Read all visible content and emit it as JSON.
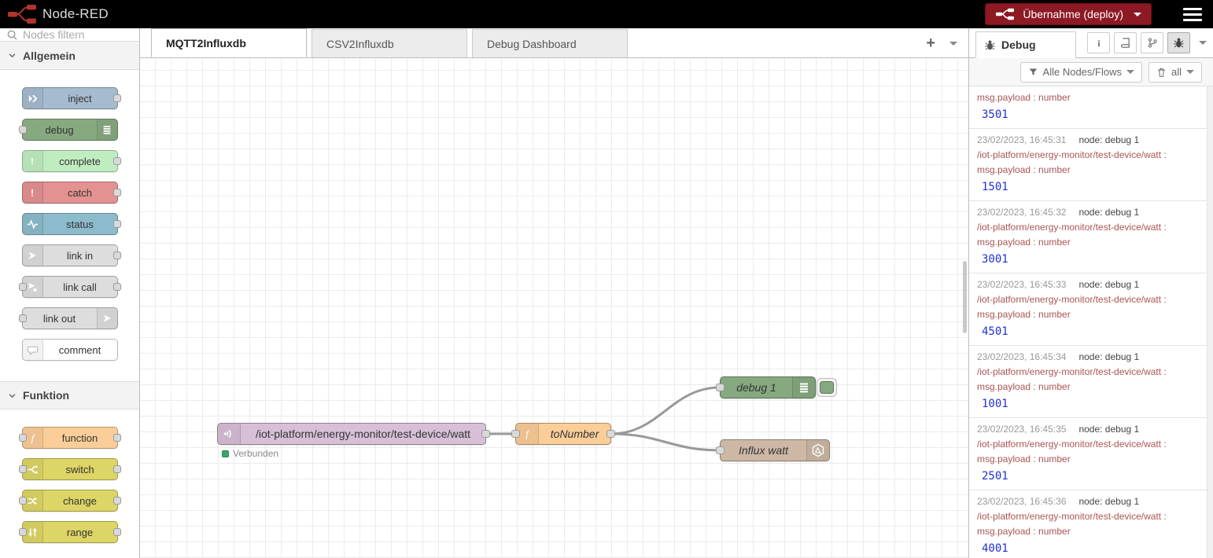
{
  "header": {
    "app_title": "Node-RED",
    "deploy_label": "Übernahme (deploy)",
    "deploy_bg_color": "#8C1923",
    "logo_color": "#ae342f",
    "icons": [
      "node-red-logo-icon",
      "deploy-icon",
      "deploy-caret-icon",
      "hamburger-menu-icon"
    ]
  },
  "palette": {
    "search_placeholder": "Nodes filtern",
    "search_icon": "search-icon",
    "categories": [
      {
        "label": "Allgemein",
        "nodes": [
          {
            "label": "inject",
            "color": "#a6bbcf",
            "icon": "inject-icon",
            "icon_side": "left",
            "port_left": false,
            "port_right": true
          },
          {
            "label": "debug",
            "color": "#87a980",
            "icon": "debug-icon",
            "icon_side": "right",
            "port_left": true,
            "port_right": false
          },
          {
            "label": "complete",
            "color": "#c0edc0",
            "icon": "complete-icon",
            "icon_side": "left",
            "port_left": false,
            "port_right": true
          },
          {
            "label": "catch",
            "color": "#e49191",
            "icon": "catch-icon",
            "icon_side": "left",
            "port_left": false,
            "port_right": true
          },
          {
            "label": "status",
            "color": "#8cbccb",
            "icon": "status-icon",
            "icon_side": "left",
            "port_left": false,
            "port_right": true
          },
          {
            "label": "link in",
            "color": "#dddddd",
            "icon": "link-in-icon",
            "icon_side": "left",
            "port_left": false,
            "port_right": true
          },
          {
            "label": "link call",
            "color": "#dddddd",
            "icon": "link-call-icon",
            "icon_side": "left",
            "port_left": true,
            "port_right": true
          },
          {
            "label": "link out",
            "color": "#dddddd",
            "icon": "link-out-icon",
            "icon_side": "right",
            "port_left": true,
            "port_right": false
          },
          {
            "label": "comment",
            "color": "#ffffff",
            "icon": "comment-icon",
            "icon_side": "left",
            "port_left": false,
            "port_right": false
          }
        ]
      },
      {
        "label": "Funktion",
        "nodes": [
          {
            "label": "function",
            "color": "#fbcd98",
            "icon": "function-icon",
            "icon_side": "left",
            "port_left": true,
            "port_right": true
          },
          {
            "label": "switch",
            "color": "#ddd566",
            "icon": "switch-icon",
            "icon_side": "left",
            "port_left": true,
            "port_right": true
          },
          {
            "label": "change",
            "color": "#ddd566",
            "icon": "change-icon",
            "icon_side": "left",
            "port_left": true,
            "port_right": true
          },
          {
            "label": "range",
            "color": "#ddd566",
            "icon": "range-icon",
            "icon_side": "left",
            "port_left": true,
            "port_right": true
          }
        ]
      }
    ]
  },
  "workspace": {
    "tabs": [
      {
        "label": "MQTT2Influxdb",
        "active": true
      },
      {
        "label": "CSV2Influxdb",
        "active": false
      },
      {
        "label": "Debug Dashboard",
        "active": false
      }
    ],
    "add_tab_icon": "plus-icon",
    "wire_color": "#999999",
    "nodes": {
      "mqtt": {
        "label": "/iot-platform/energy-monitor/test-device/watt",
        "color": "#d8bfd8",
        "icon": "mqtt-icon",
        "status_text": "Verbunden",
        "status_color": "#3aa568"
      },
      "to_number": {
        "label": "toNumber",
        "color": "#fbcd98",
        "icon": "function-icon"
      },
      "debug": {
        "label": "debug 1",
        "color": "#87a980",
        "icon": "debug-icon"
      },
      "influx": {
        "label": "Influx watt",
        "color": "#cdb8a5",
        "icon": "influxdb-icon"
      }
    }
  },
  "sidebar": {
    "tab_label": "Debug",
    "tab_icon": "bug-icon",
    "header_icons": [
      "info-icon",
      "book-icon",
      "git-branch-icon",
      "bug-icon",
      "chevron-down-icon"
    ],
    "filter_label": "Alle Nodes/Flows",
    "filter_icon": "funnel-icon",
    "clear_label": "all",
    "clear_icon": "trash-icon",
    "topic_color": "#aa5555",
    "value_color": "#2030d0",
    "messages": [
      {
        "partial": true,
        "property": "msg.payload : number",
        "value": "3501"
      },
      {
        "timestamp": "23/02/2023, 16:45:31",
        "source": "node: debug 1",
        "topic": "/iot-platform/energy-monitor/test-device/watt :",
        "property": "msg.payload : number",
        "value": "1501"
      },
      {
        "timestamp": "23/02/2023, 16:45:32",
        "source": "node: debug 1",
        "topic": "/iot-platform/energy-monitor/test-device/watt :",
        "property": "msg.payload : number",
        "value": "3001"
      },
      {
        "timestamp": "23/02/2023, 16:45:33",
        "source": "node: debug 1",
        "topic": "/iot-platform/energy-monitor/test-device/watt :",
        "property": "msg.payload : number",
        "value": "4501"
      },
      {
        "timestamp": "23/02/2023, 16:45:34",
        "source": "node: debug 1",
        "topic": "/iot-platform/energy-monitor/test-device/watt :",
        "property": "msg.payload : number",
        "value": "1001"
      },
      {
        "timestamp": "23/02/2023, 16:45:35",
        "source": "node: debug 1",
        "topic": "/iot-platform/energy-monitor/test-device/watt :",
        "property": "msg.payload : number",
        "value": "2501"
      },
      {
        "timestamp": "23/02/2023, 16:45:36",
        "source": "node: debug 1",
        "topic": "/iot-platform/energy-monitor/test-device/watt :",
        "property": "msg.payload : number",
        "value": "4001"
      }
    ]
  }
}
